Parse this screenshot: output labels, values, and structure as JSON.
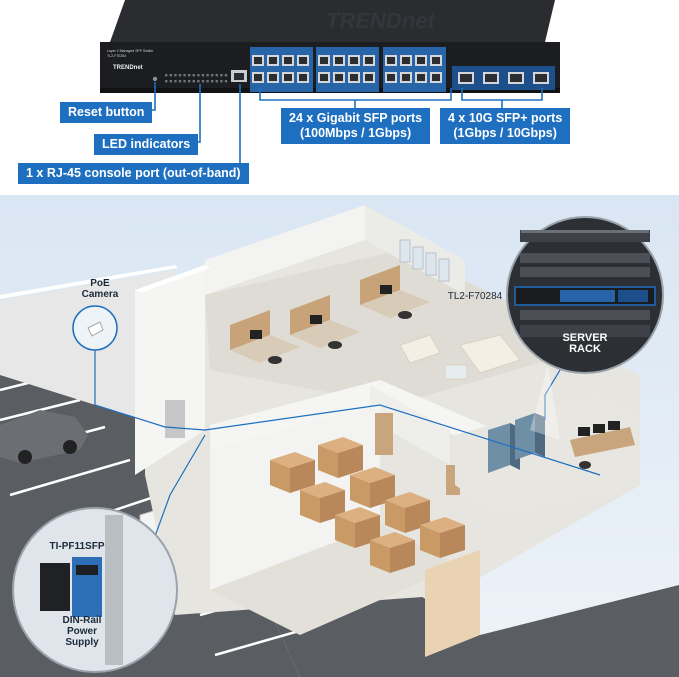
{
  "switch": {
    "brand": "TRENDnet",
    "model_line1": "Layer 2 Managed SFP Switch",
    "model_line2": "TL2-F70284"
  },
  "callouts": {
    "reset": "Reset button",
    "led": "LED indicators",
    "console": "1 x RJ-45 console port (out-of-band)",
    "sfp_line1": "24 x Gigabit SFP ports",
    "sfp_line2": "(100Mbps / 1Gbps)",
    "sfpplus_line1": "4 x 10G SFP+ ports",
    "sfpplus_line2": "(1Gbps / 10Gbps)"
  },
  "scene": {
    "poe_line1": "PoE",
    "poe_line2": "Camera",
    "switch_tag": "TL2-F70284",
    "rack_line1": "SERVER",
    "rack_line2": "RACK",
    "inset_model": "TI-PF11SFP",
    "inset_line1": "DIN-Rail",
    "inset_line2": "Power",
    "inset_line3": "Supply"
  },
  "colors": {
    "accent": "#1e6fbf",
    "wall": "#f3f3f1",
    "floor": "#e7e5e0",
    "road": "#5a5d61",
    "box": "#c99a66"
  }
}
